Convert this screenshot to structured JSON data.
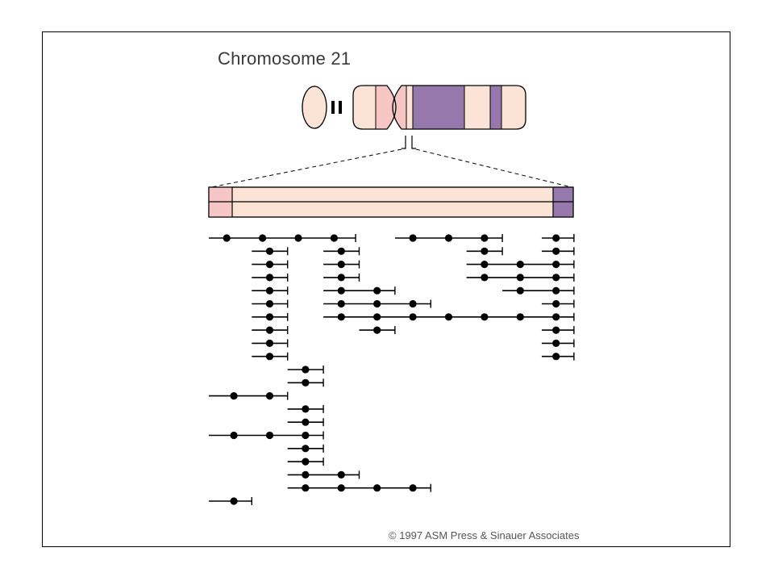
{
  "title": "Chromosome 21",
  "copyright": "© 1997 ASM Press & Sinauer Associates",
  "colors": {
    "band_light": "#fbe3d6",
    "band_pink": "#f5c6c4",
    "band_purple": "#9778ad",
    "outline": "#000000"
  },
  "clone_rows": [
    [
      {
        "start": 0,
        "dots": [
          1,
          3,
          5,
          7
        ],
        "end": 8.2
      },
      {
        "start": 10.4,
        "dots": [
          11.4,
          13.4,
          15.4
        ],
        "end": 16.4
      },
      {
        "start": 18.6,
        "dots": [
          19.4
        ],
        "end": 20.4
      }
    ],
    [
      {
        "start": 2.4,
        "dots": [
          3.4
        ],
        "end": 4.4
      },
      {
        "start": 6.4,
        "dots": [
          7.4
        ],
        "end": 8.4
      },
      {
        "start": 14.4,
        "dots": [
          15.4
        ],
        "end": 16.4
      },
      {
        "start": 18.6,
        "dots": [
          19.4
        ],
        "end": 20.4
      }
    ],
    [
      {
        "start": 2.4,
        "dots": [
          3.4
        ],
        "end": 4.4
      },
      {
        "start": 6.4,
        "dots": [
          7.4
        ],
        "end": 8.4
      },
      {
        "start": 14.4,
        "dots": [
          15.4,
          17.4,
          19.4
        ],
        "end": 20.4
      }
    ],
    [
      {
        "start": 2.4,
        "dots": [
          3.4
        ],
        "end": 4.4
      },
      {
        "start": 6.4,
        "dots": [
          7.4
        ],
        "end": 8.4
      },
      {
        "start": 14.4,
        "dots": [
          15.4,
          17.4,
          19.4
        ],
        "end": 20.4
      }
    ],
    [
      {
        "start": 2.4,
        "dots": [
          3.4
        ],
        "end": 4.4
      },
      {
        "start": 6.4,
        "dots": [
          7.4,
          9.4
        ],
        "end": 10.4
      },
      {
        "start": 16.4,
        "dots": [
          17.4,
          19.4
        ],
        "end": 20.4
      }
    ],
    [
      {
        "start": 2.4,
        "dots": [
          3.4
        ],
        "end": 4.4
      },
      {
        "start": 6.4,
        "dots": [
          7.4,
          9.4,
          11.4
        ],
        "end": 12.4
      },
      {
        "start": 18.6,
        "dots": [
          19.4
        ],
        "end": 20.4
      }
    ],
    [
      {
        "start": 2.4,
        "dots": [
          3.4
        ],
        "end": 4.4
      },
      {
        "start": 6.4,
        "dots": [
          7.4,
          9.4,
          11.4,
          13.4,
          15.4,
          17.4,
          19.4
        ],
        "end": 20.4
      }
    ],
    [
      {
        "start": 2.4,
        "dots": [
          3.4
        ],
        "end": 4.4
      },
      {
        "start": 8.4,
        "dots": [
          9.4
        ],
        "end": 10.4
      },
      {
        "start": 18.6,
        "dots": [
          19.4
        ],
        "end": 20.4
      }
    ],
    [
      {
        "start": 2.4,
        "dots": [
          3.4
        ],
        "end": 4.4
      },
      {
        "start": 18.6,
        "dots": [
          19.4
        ],
        "end": 20.4
      }
    ],
    [
      {
        "start": 2.4,
        "dots": [
          3.4
        ],
        "end": 4.4
      },
      {
        "start": 18.6,
        "dots": [
          19.4
        ],
        "end": 20.4
      }
    ],
    [
      {
        "start": 4.4,
        "dots": [
          5.4
        ],
        "end": 6.4
      }
    ],
    [
      {
        "start": 4.4,
        "dots": [
          5.4
        ],
        "end": 6.4
      }
    ],
    [
      {
        "start": 0,
        "dots": [
          1.4,
          3.4
        ],
        "end": 4.4
      }
    ],
    [
      {
        "start": 4.4,
        "dots": [
          5.4
        ],
        "end": 6.4
      }
    ],
    [
      {
        "start": 4.4,
        "dots": [
          5.4
        ],
        "end": 6.4
      }
    ],
    [
      {
        "start": 0,
        "dots": [
          1.4,
          3.4,
          5.4
        ],
        "end": 6.4
      }
    ],
    [
      {
        "start": 4.4,
        "dots": [
          5.4
        ],
        "end": 6.4
      }
    ],
    [
      {
        "start": 4.4,
        "dots": [
          5.4
        ],
        "end": 6.4
      }
    ],
    [
      {
        "start": 4.4,
        "dots": [
          5.4,
          7.4
        ],
        "end": 8.4
      }
    ],
    [
      {
        "start": 4.4,
        "dots": [
          5.4,
          7.4,
          9.4,
          11.4
        ],
        "end": 12.4
      }
    ],
    [
      {
        "start": 0,
        "dots": [
          1.4
        ],
        "end": 2.4
      }
    ]
  ]
}
